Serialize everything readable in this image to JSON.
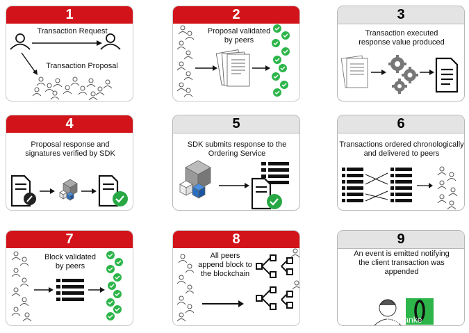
{
  "steps": [
    {
      "number": "1",
      "header": "red",
      "texts": [
        "Transaction Request",
        "Transaction Proposal"
      ]
    },
    {
      "number": "2",
      "header": "red",
      "texts": [
        "Proposal validated\nby peers"
      ]
    },
    {
      "number": "3",
      "header": "gray",
      "texts": [
        "Transaction executed\nresponse value produced"
      ]
    },
    {
      "number": "4",
      "header": "red",
      "texts": [
        "Proposal response and\nsignatures verified by SDK"
      ]
    },
    {
      "number": "5",
      "header": "gray",
      "texts": [
        "SDK submits response to the\nOrdering Service"
      ]
    },
    {
      "number": "6",
      "header": "gray",
      "texts": [
        "Transactions ordered chronologically\nand delivered to peers"
      ]
    },
    {
      "number": "7",
      "header": "red",
      "texts": [
        "Block validated\nby peers"
      ]
    },
    {
      "number": "8",
      "header": "red",
      "texts": [
        "All peers\nappend block to\nthe blockchain"
      ]
    },
    {
      "number": "9",
      "header": "gray",
      "texts": [
        "An event is emitted notifying\nthe client transaction was\nappended"
      ]
    }
  ],
  "watermark": "linquanke",
  "colors": {
    "red": "#d2141a",
    "green": "#2db54a",
    "gray_header": "#e4e4e4",
    "check_badge": "#27a844"
  },
  "icons": [
    "user-icon",
    "peer-icon",
    "document-icon",
    "gear-icon",
    "cube-icon",
    "check-icon",
    "list-icon",
    "chain-icon",
    "arrow-icon"
  ]
}
